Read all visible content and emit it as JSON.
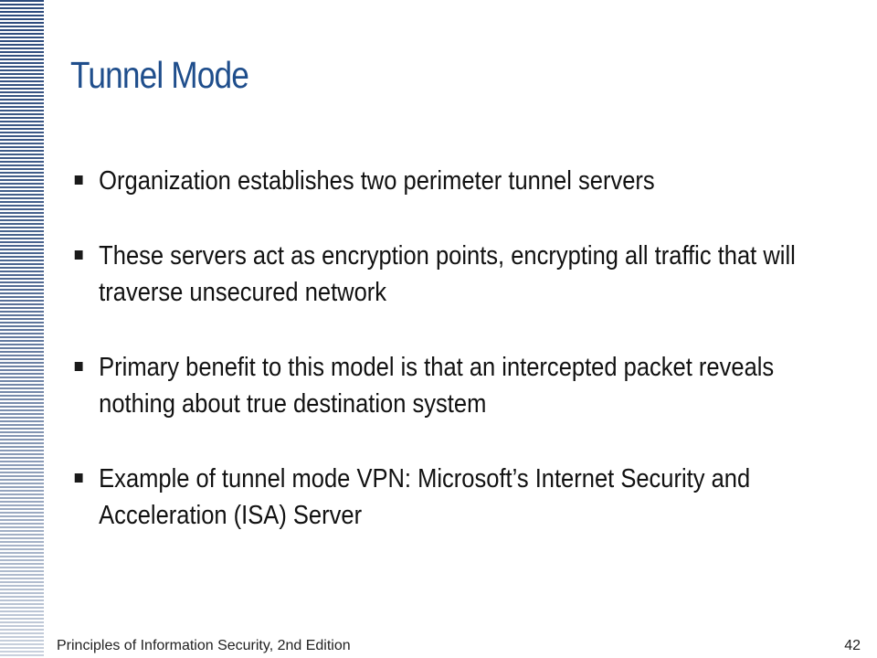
{
  "slide": {
    "title": "Tunnel Mode",
    "bullets": [
      "Organization establishes two perimeter tunnel servers",
      "These servers act as encryption points, encrypting all traffic that will traverse unsecured network",
      "Primary benefit to this model is that an intercepted packet reveals nothing about true destination system",
      "Example of tunnel mode VPN: Microsoft’s Internet Security and Acceleration (ISA) Server"
    ]
  },
  "footer": {
    "book": "Principles of Information Security, 2nd Edition",
    "page_number": "42"
  },
  "colors": {
    "title": "#1f4e8c",
    "stripe": "#2c4a7c",
    "text": "#111111"
  }
}
